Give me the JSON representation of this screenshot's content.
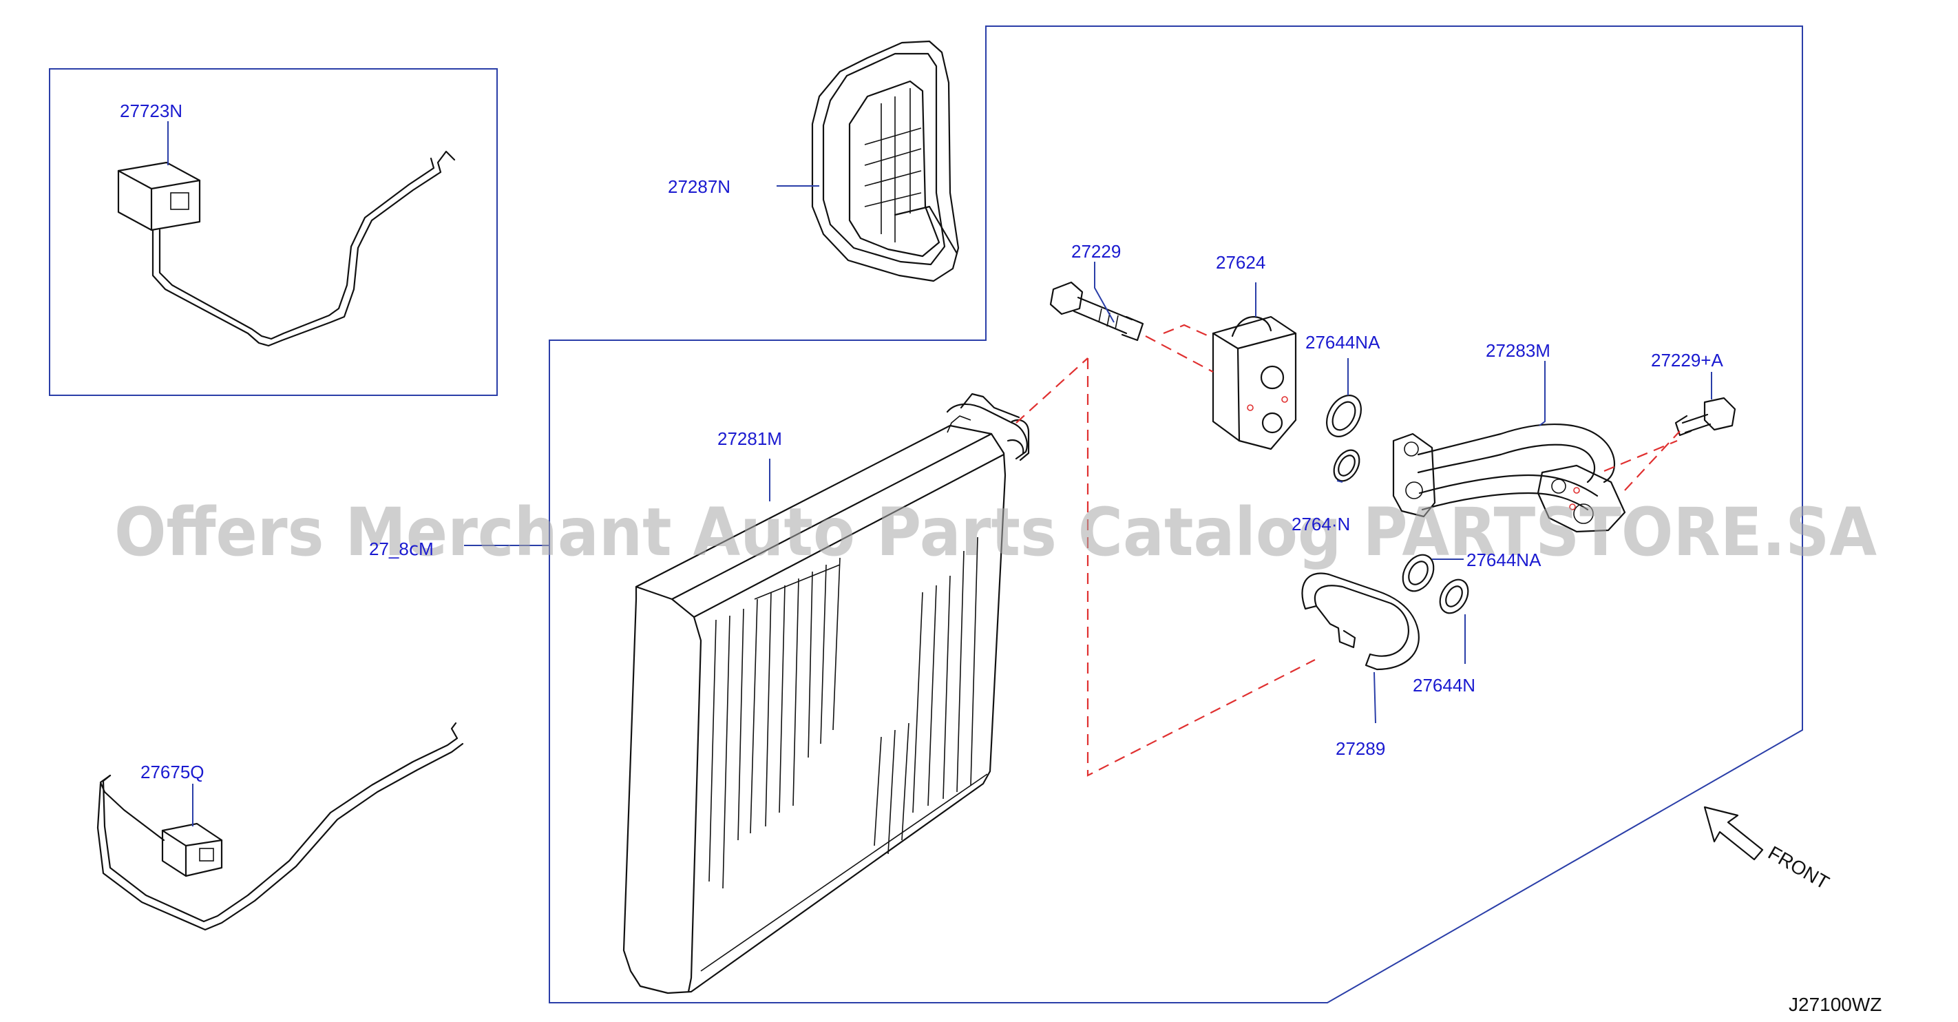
{
  "labels": {
    "p27723N": "27723N",
    "p27287N": "27287N",
    "p27229": "27229",
    "p27624": "27624",
    "p27644NA_top": "27644NA",
    "p27283M": "27283M",
    "p27229A": "27229+A",
    "p27281M": "27281M",
    "p27644N_mid": "2764·N",
    "p27280M": "27_8ⅽM",
    "p27644NA_low": "27644NA",
    "p27644N_low": "27644N",
    "p27289": "27289",
    "p27675Q": "27675Q"
  },
  "front_label": "FRONT",
  "diagram_code": "J27100WZ",
  "watermark": "Offers Merchant Auto Parts Catalog PARTSTORE.SA",
  "colors": {
    "callout": "#1a1ad0",
    "frame": "#2a3ea8",
    "assembly_dash": "#e03030",
    "watermark": "#a8a8a8"
  }
}
